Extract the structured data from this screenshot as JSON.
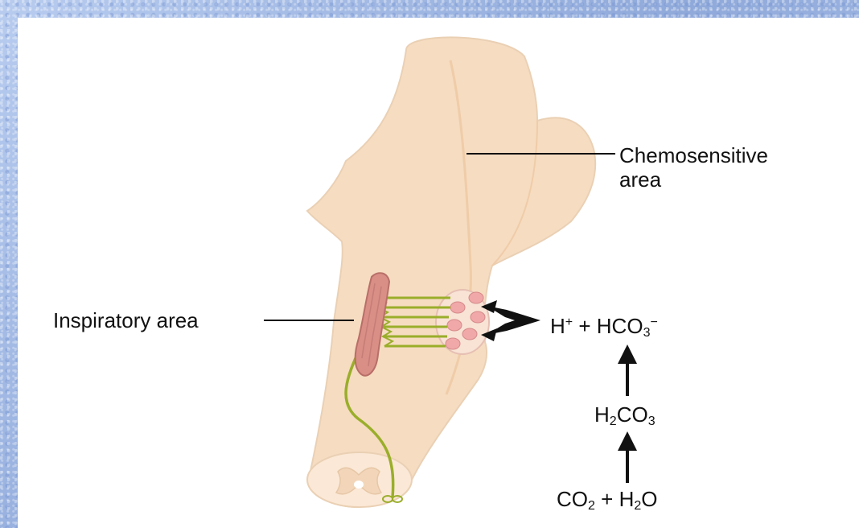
{
  "labels": {
    "chemosensitive_line1": "Chemosensitive",
    "chemosensitive_line2": "area",
    "inspiratory": "Inspiratory area"
  },
  "equation": {
    "products": {
      "h": "H",
      "h_charge": "+",
      "plus": "+",
      "hco": "HCO",
      "hco_sub": "3",
      "hco_charge": "−"
    },
    "carbonic_acid": {
      "h": "H",
      "h_sub": "2",
      "co": "CO",
      "co_sub": "3"
    },
    "reactants": {
      "co": "CO",
      "co_sub": "2",
      "plus": "+",
      "h": "H",
      "h_sub": "2",
      "o": "O"
    }
  },
  "colors": {
    "background": "#9db7e2",
    "panel": "#ffffff",
    "brainstem": "#f6dcc1",
    "brainstem_shade": "#efcca8",
    "inspiratory_area": "#d98e86",
    "chemosensitive_neurons": "#f0a8a8",
    "nerve_fibers": "#9aae2a",
    "ink": "#111111"
  }
}
